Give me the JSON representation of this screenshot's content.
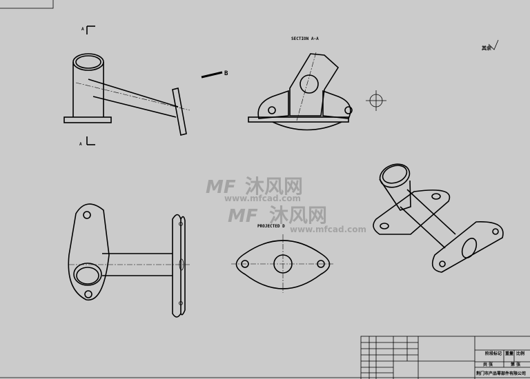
{
  "drawing": {
    "section_label": "SECTION A-A",
    "projected_label": "PROJECTED D",
    "cut_label_top": "A",
    "cut_label_bottom": "A",
    "view_arrow_label": "B",
    "surface_finish_note": "其余"
  },
  "watermark": {
    "brand": "沐风网",
    "url": "www.mfcad.com",
    "logo_text": "MF"
  },
  "title_block": {
    "stage_mark": "阶段标记",
    "weight": "重量",
    "scale": "比例",
    "sheet_total": "共 张",
    "sheet_no": "第 张",
    "company": "荆门市产品零部件有限公司"
  },
  "colors": {
    "background": "#cbcbcb",
    "line": "#000000",
    "watermark": "#9a9a9a"
  }
}
